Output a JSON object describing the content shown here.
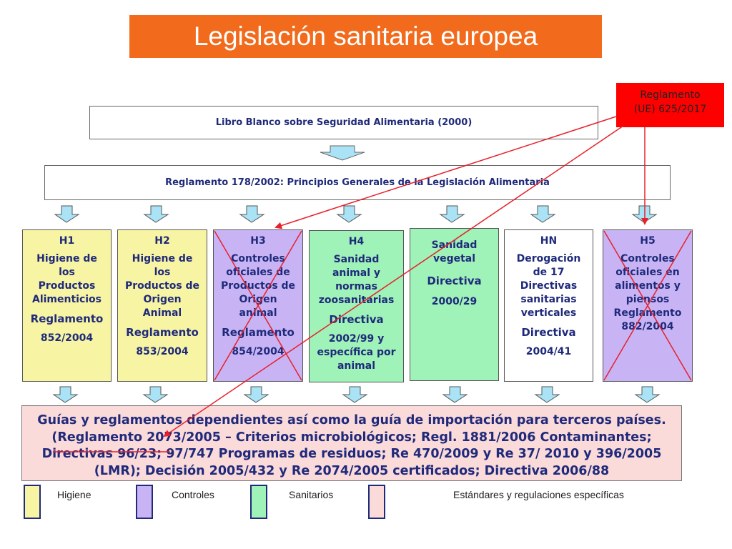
{
  "title": "Legislación sanitaria europea",
  "note": {
    "line1": "Reglamento",
    "line2": "(UE) 625/2017"
  },
  "libro_blanco": "Libro Blanco sobre Seguridad Alimentaria (2000)",
  "reglamento_general": "Reglamento 178/2002: Principios Generales de la Legislación Alimentaria",
  "columns": [
    {
      "code": "H1",
      "title": [
        "Higiene de",
        "los",
        "Productos",
        "Alimenticios"
      ],
      "type": "Reglamento",
      "number": "852/2004"
    },
    {
      "code": "H2",
      "title": [
        "Higiene de",
        "los",
        "Productos de",
        "Origen",
        "Animal"
      ],
      "type": "Reglamento",
      "number": "853/2004"
    },
    {
      "code": "H3",
      "title": [
        "Controles",
        "oficiales  de",
        "Productos de",
        "Origen",
        "animal"
      ],
      "type": "Reglamento",
      "number": "854/2004"
    },
    {
      "code": "H4",
      "title": [
        "Sanidad",
        "animal y",
        "normas",
        "zoosanitarias"
      ],
      "type": "Directiva",
      "number": "2002/99 y",
      "number2": "específica por",
      "number3": "animal"
    },
    {
      "code": "",
      "title": [
        "Sanidad",
        "vegetal"
      ],
      "type": "Directiva",
      "number": "2000/29"
    },
    {
      "code": "HN",
      "title": [
        "Derogación",
        "de 17",
        "Directivas",
        "sanitarias",
        "verticales"
      ],
      "type": "Directiva",
      "number": "2004/41"
    },
    {
      "code": "H5",
      "title": [
        "Controles",
        "oficiales en",
        "alimentos y",
        "piensos"
      ],
      "type": "Reglamento",
      "number": "882/2004"
    }
  ],
  "bottom": {
    "line1": "Guías y reglamentos dependientes así como la guía de importación para terceros países.",
    "line2": "(Reglamento 2073/2005  – Criterios microbiológicos; Regl. 1881/2006 Contaminantes;",
    "line3": "Directivas 96/23; 97/747 Programas de residuos; Re 470/2009 y Re 37/ 2010 y 396/2005",
    "line4": "(LMR); Decisión 2005/432 y Re 2074/2005 certificados; Directiva 2006/88"
  },
  "legend": [
    {
      "label": "Higiene",
      "color": "#f7f4a3"
    },
    {
      "label": "Controles",
      "color": "#c8b4f5"
    },
    {
      "label": "Sanitarios",
      "color": "#9ff2b8"
    },
    {
      "label": "Estándares y regulaciones específicas",
      "color": "#fbdada"
    }
  ],
  "colors": {
    "title_bg": "#f26a1b",
    "note_bg": "#ff0000",
    "arrow_fill": "#a9e3f5",
    "cross": "#e8202a"
  }
}
